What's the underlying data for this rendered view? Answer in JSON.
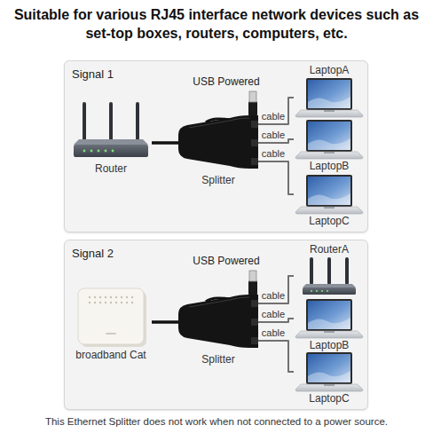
{
  "diagram": {
    "title": "Suitable for various RJ45 interface network devices such as set-top boxes, routers, computers, etc.",
    "caption": "This Ethernet Splitter does not work when not connected to a power source.",
    "nodes": [
      {
        "text": [
          "Signal 1"
        ]
      },
      {
        "text": [
          "Router"
        ],
        "in": 0
      },
      {
        "text": [
          "Splitter"
        ],
        "in": 0
      },
      {
        "text": [
          "LaptopA"
        ],
        "in": 0
      },
      {
        "text": [
          "LaptopB"
        ],
        "in": 0
      },
      {
        "text": [
          "LaptopC"
        ],
        "in": 0
      },
      {
        "text": [
          "Signal 2"
        ]
      },
      {
        "text": [
          "broadband Cat"
        ],
        "in": 6
      },
      {
        "text": [
          "Splitter"
        ],
        "in": 6
      },
      {
        "text": [
          "RouterA"
        ],
        "in": 6
      },
      {
        "text": [
          "LaptopB"
        ],
        "in": 6
      },
      {
        "text": [
          "LaptopC"
        ],
        "in": 6
      }
    ],
    "edges": [
      {
        "from": 1,
        "to": 2,
        "arrow": "none"
      },
      {
        "from": 2,
        "to": 3,
        "label": "cable",
        "arrow": "none"
      },
      {
        "from": 2,
        "to": 4,
        "label": "cable",
        "arrow": "none"
      },
      {
        "from": 2,
        "to": 5,
        "label": "cable",
        "arrow": "none"
      },
      {
        "from": 7,
        "to": 8,
        "arrow": "none"
      },
      {
        "from": 8,
        "to": 9,
        "label": "cable",
        "arrow": "none"
      },
      {
        "from": 8,
        "to": 10,
        "label": "cable",
        "arrow": "none"
      },
      {
        "from": 8,
        "to": 11,
        "label": "cable",
        "arrow": "none"
      }
    ],
    "labels": [
      "USB Powered",
      "USB Powered"
    ]
  }
}
